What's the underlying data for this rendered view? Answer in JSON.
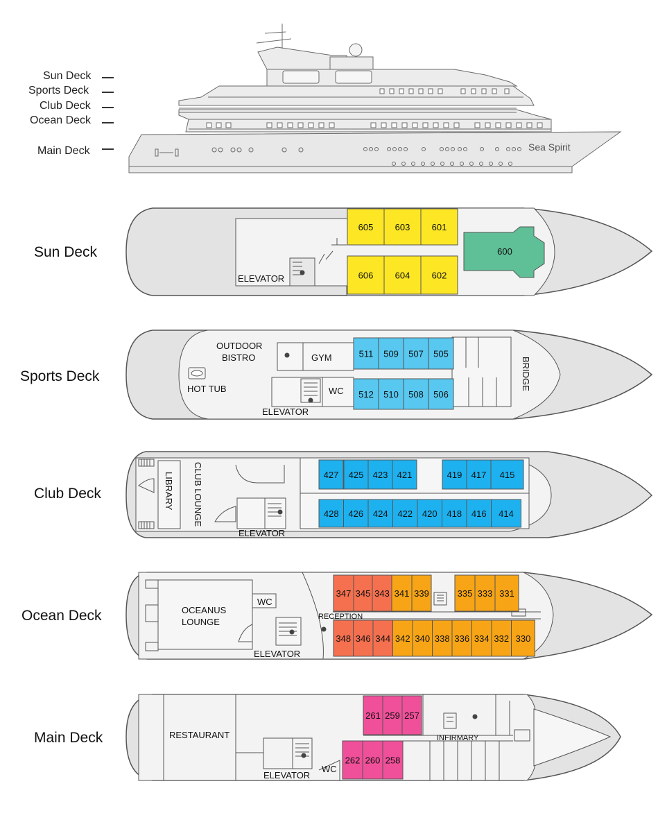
{
  "colors": {
    "hull": "#e6e6e6",
    "hull_stroke": "#555555",
    "interior": "#f2f2f2",
    "sun": "#fde725",
    "suite_600": "#5fbf97",
    "sports": "#58c8f0",
    "club": "#1eb1ef",
    "ocean_red": "#f4704f",
    "ocean_orange": "#f7a516",
    "main": "#f0509a"
  },
  "profile": {
    "ship_name": "Sea Spirit",
    "deck_labels": [
      "Sun Deck",
      "Sports Deck",
      "Club Deck",
      "Ocean Deck",
      "Main Deck"
    ]
  },
  "decks": {
    "sun": {
      "title": "Sun Deck",
      "labels": {
        "elevator": "ELEVATOR"
      },
      "cabins": [
        "605",
        "603",
        "601",
        "606",
        "604",
        "602",
        "600"
      ]
    },
    "sports": {
      "title": "Sports Deck",
      "labels": {
        "outdoor": "OUTDOOR",
        "bistro": "BISTRO",
        "gym": "GYM",
        "wc": "WC",
        "hot_tub": "HOT TUB",
        "elevator": "ELEVATOR",
        "bridge": "BRIDGE"
      },
      "cabins": [
        "511",
        "509",
        "507",
        "505",
        "512",
        "510",
        "508",
        "506"
      ]
    },
    "club": {
      "title": "Club Deck",
      "labels": {
        "library": "LIBRARY",
        "club_lounge": "CLUB LOUNGE",
        "elevator": "ELEVATOR"
      },
      "cabins": [
        "427",
        "425",
        "423",
        "421",
        "419",
        "417",
        "415",
        "428",
        "426",
        "424",
        "422",
        "420",
        "418",
        "416",
        "414"
      ]
    },
    "ocean": {
      "title": "Ocean Deck",
      "labels": {
        "oceanus": "OCEANUS",
        "lounge": "LOUNGE",
        "wc": "WC",
        "reception": "RECEPTION",
        "elevator": "ELEVATOR"
      },
      "cabins": [
        "347",
        "345",
        "343",
        "341",
        "339",
        "335",
        "333",
        "331",
        "348",
        "346",
        "344",
        "342",
        "340",
        "338",
        "336",
        "334",
        "332",
        "330"
      ]
    },
    "main": {
      "title": "Main Deck",
      "labels": {
        "restaurant": "RESTAURANT",
        "infirmary": "INFIRMARY",
        "elevator": "ELEVATOR",
        "wc": "WC"
      },
      "cabins": [
        "261",
        "259",
        "257",
        "262",
        "260",
        "258"
      ]
    }
  }
}
